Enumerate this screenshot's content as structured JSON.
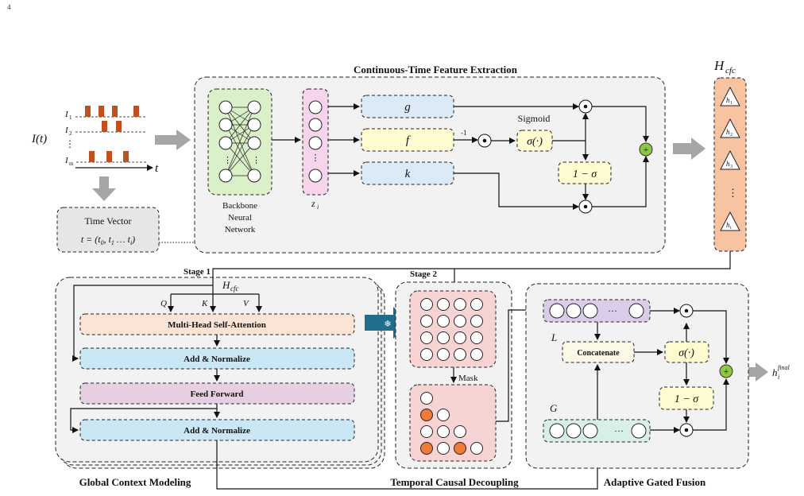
{
  "page_number": "4",
  "input": {
    "signal_label": "I(t)",
    "rows": [
      "I",
      "I",
      "I"
    ],
    "row_subscripts": [
      "1",
      "2",
      "m"
    ],
    "vdots": "⋮",
    "time_axis": "t"
  },
  "time_vector": {
    "title": "Time Vector",
    "formula_prefix": "t = (t",
    "formula_mid": ", t",
    "formula_end": " … t",
    "formula_close": ")",
    "subs": [
      "0",
      "1",
      "i"
    ]
  },
  "cfe": {
    "title": "Continuous-Time Feature Extraction",
    "backbone": [
      "Backbone",
      "Neural",
      "Network"
    ],
    "z_label": "z",
    "z_sub": "i",
    "g": "g",
    "f": "f",
    "k": "k",
    "minus_one": "-1",
    "sigmoid_title": "Sigmoid",
    "sigma_fn": "σ(·)",
    "one_minus_sigma": "1 − σ",
    "plus": "+",
    "odot": "⊙"
  },
  "hcfc": {
    "label": "H",
    "sub": "cfc",
    "items": [
      "h",
      "h",
      "h",
      "h"
    ],
    "item_subs": [
      "1",
      "2",
      "3",
      "i"
    ],
    "vdots": "⋮"
  },
  "stage1": {
    "stage": "Stage 1",
    "hcfc": "H",
    "hcfc_sub": "cfc",
    "q": "Q",
    "k": "K",
    "v": "V",
    "mhsa": "Multi-Head Self-Attention",
    "addnorm1": "Add & Normalize",
    "ff": "Feed Forward",
    "addnorm2": "Add & Normalize",
    "caption": "Global Context Modeling"
  },
  "stage2": {
    "stage": "Stage 2",
    "mask": "Mask",
    "freeze_icon": "❄",
    "caption": "Temporal Causal Decoupling"
  },
  "fusion": {
    "l_label": "L",
    "g_label": "G",
    "concat": "Concatenate",
    "sigma_fn": "σ(·)",
    "one_minus_sigma": "1 − σ",
    "dots": "···",
    "caption": "Adaptive Gated Fusion",
    "output": "h",
    "output_sub": "i",
    "output_sup": "final"
  },
  "colors": {
    "green_fill": "#d9f0c8",
    "pink_fill": "#f5d4ec",
    "blue_fill": "#dce9f7",
    "yellow_fill": "#fdfbcf",
    "orange_fill": "#f7c3a0",
    "mhsa_fill": "#fbe3d6",
    "addnorm_fill": "#c9e7f4",
    "ff_fill": "#e5cfe0",
    "attn_fill": "#f8d3d3",
    "lvec_fill": "#d9cdea",
    "gvec_fill": "#d8efe8",
    "concat_fill": "#fbf8e6",
    "spike": "#c0501f",
    "orange_dot": "#ef7b3a",
    "plus_green": "#8dc63f",
    "gray_arrow": "#a6a6a6",
    "panel_gray": "#f2f2f2"
  }
}
